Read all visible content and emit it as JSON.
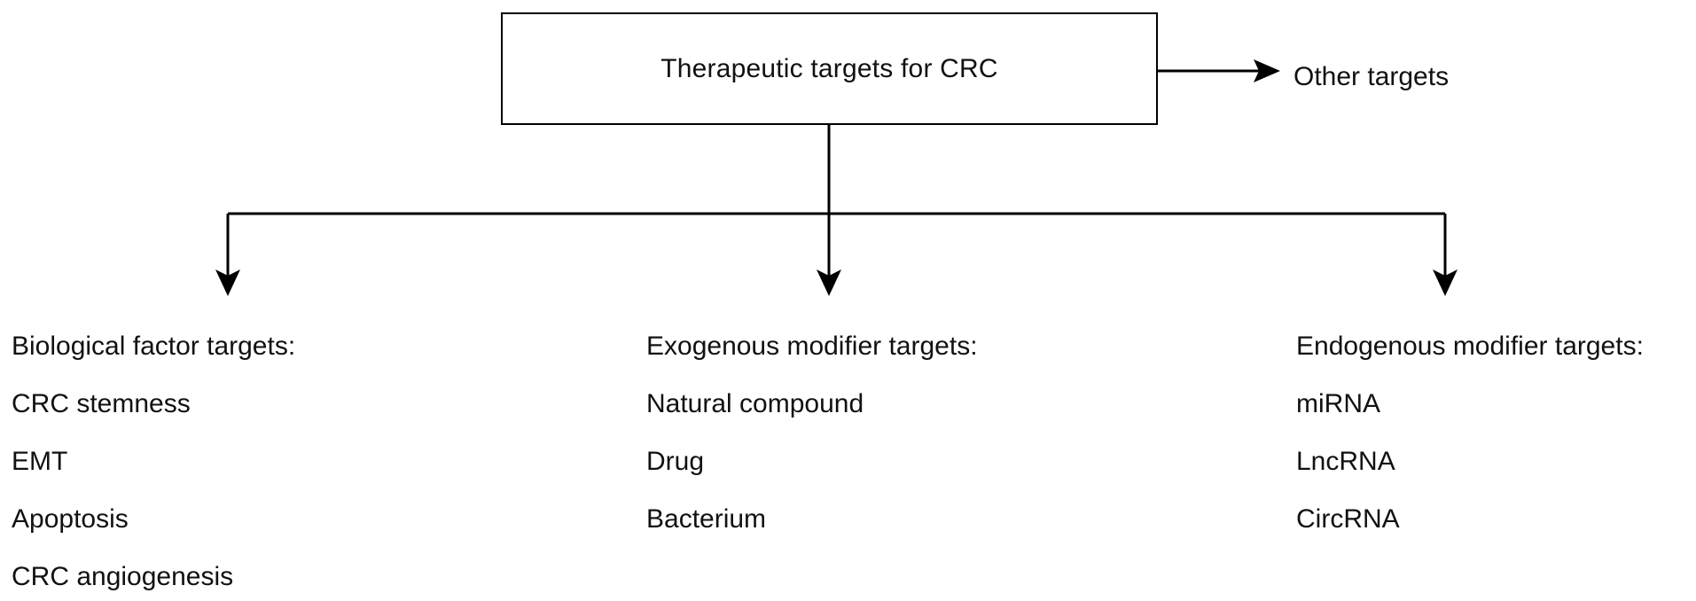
{
  "diagram": {
    "root": {
      "label": "Therapeutic targets for CRC"
    },
    "side_target": {
      "label": "Other targets"
    },
    "branches": [
      {
        "heading": "Biological factor targets:",
        "items": [
          "CRC stemness",
          "EMT",
          "Apoptosis",
          "CRC angiogenesis"
        ]
      },
      {
        "heading": "Exogenous modifier targets:",
        "items": [
          "Natural compound",
          "Drug",
          "Bacterium"
        ]
      },
      {
        "heading": "Endogenous modifier targets:",
        "items": [
          "miRNA",
          "LncRNA",
          "CircRNA"
        ]
      }
    ],
    "edges": [
      {
        "from": "root",
        "to": "side_target"
      },
      {
        "from": "root",
        "to": "branch-0"
      },
      {
        "from": "root",
        "to": "branch-1"
      },
      {
        "from": "root",
        "to": "branch-2"
      }
    ],
    "colors": {
      "line": "#000000",
      "text": "#111111",
      "background": "#ffffff"
    }
  }
}
